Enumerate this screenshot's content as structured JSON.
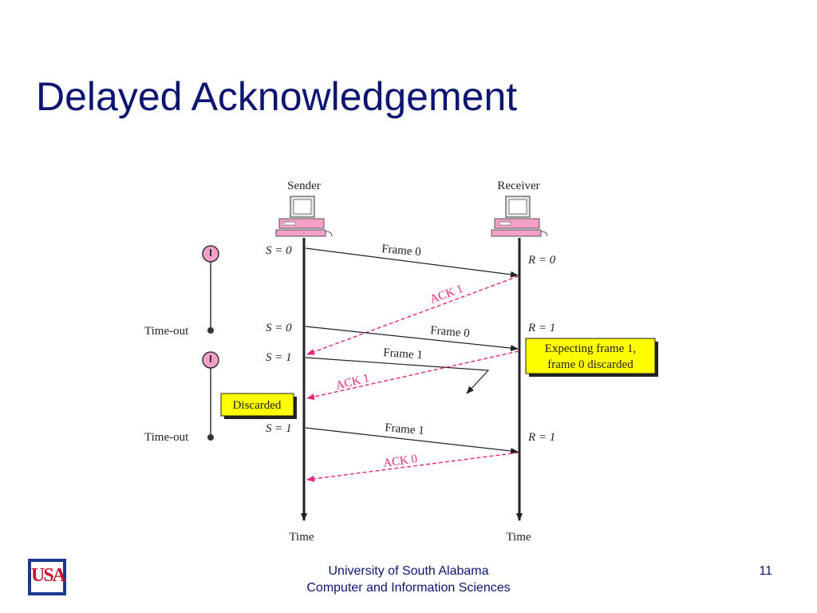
{
  "slide": {
    "title": "Delayed Acknowledgement"
  },
  "diagram": {
    "sender_label": "Sender",
    "receiver_label": "Receiver",
    "time_label_sender": "Time",
    "time_label_receiver": "Time",
    "timeouts": [
      "Time-out",
      "Time-out"
    ],
    "sender_states": [
      "S = 0",
      "S = 0",
      "S = 1",
      "S = 1"
    ],
    "receiver_states": [
      "R = 0",
      "R = 1",
      "R = 1"
    ],
    "frames": [
      "Frame 0",
      "Frame 0",
      "Frame 1",
      "Frame 1"
    ],
    "acks": [
      "ACK 1",
      "ACK 1",
      "ACK 0"
    ],
    "receiver_note_line1": "Expecting frame 1,",
    "receiver_note_line2": "frame 0 discarded",
    "discarded_label": "Discarded",
    "colors": {
      "frame_line": "#222222",
      "ack_line": "#e0287e",
      "note_fill": "#ffff00",
      "timer_fill": "#f4a0c8"
    }
  },
  "footer": {
    "line1": "University of South Alabama",
    "line2": "Computer and Information Sciences",
    "page_number": "11",
    "logo_text": "USA"
  }
}
